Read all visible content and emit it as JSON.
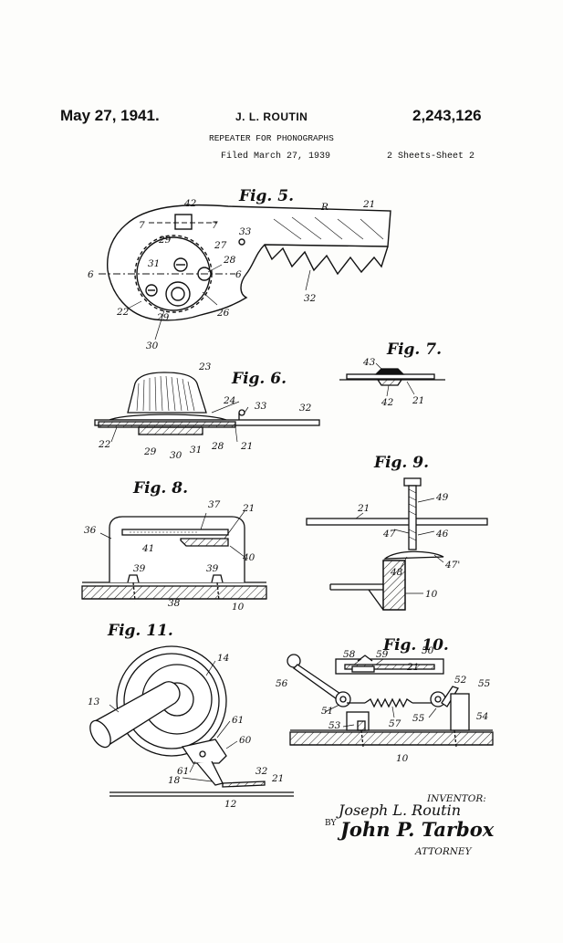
{
  "header": {
    "date": "May 27, 1941.",
    "inventor": "J. L. ROUTIN",
    "patent_number": "2,243,126",
    "title": "REPEATER FOR PHONOGRAPHS",
    "filed": "Filed March 27, 1939",
    "sheets": "2 Sheets-Sheet 2"
  },
  "figures": {
    "fig5": {
      "label": "Fig. 5.",
      "refs": [
        "42",
        "7",
        "7",
        "R",
        "21",
        "33",
        "29",
        "27",
        "6",
        "31",
        "28",
        "6",
        "32",
        "22",
        "29",
        "26",
        "30"
      ]
    },
    "fig6": {
      "label": "Fig. 6.",
      "refs": [
        "23",
        "24",
        "33",
        "32",
        "22",
        "29",
        "30",
        "31",
        "28",
        "21"
      ]
    },
    "fig7": {
      "label": "Fig. 7.",
      "refs": [
        "43",
        "42",
        "21"
      ]
    },
    "fig8": {
      "label": "Fig. 8.",
      "refs": [
        "37",
        "21",
        "36",
        "41",
        "40",
        "39",
        "39",
        "38",
        "10"
      ]
    },
    "fig9": {
      "label": "Fig. 9.",
      "refs": [
        "49",
        "21",
        "47",
        "46",
        "47'",
        "48",
        "10"
      ]
    },
    "fig10": {
      "label": "Fig. 10.",
      "refs": [
        "50",
        "58",
        "59",
        "21",
        "56",
        "52",
        "55",
        "51",
        "57",
        "55",
        "54",
        "53",
        "10"
      ]
    },
    "fig11": {
      "label": "Fig. 11.",
      "refs": [
        "14",
        "13",
        "61",
        "60",
        "61",
        "18",
        "32",
        "21",
        "12"
      ]
    }
  },
  "footer": {
    "inventor_label": "INVENTOR:",
    "inventor_name": "Joseph L. Routin",
    "by": "BY",
    "signature": "John P. Tarbox",
    "attorney_label": "ATTORNEY"
  }
}
